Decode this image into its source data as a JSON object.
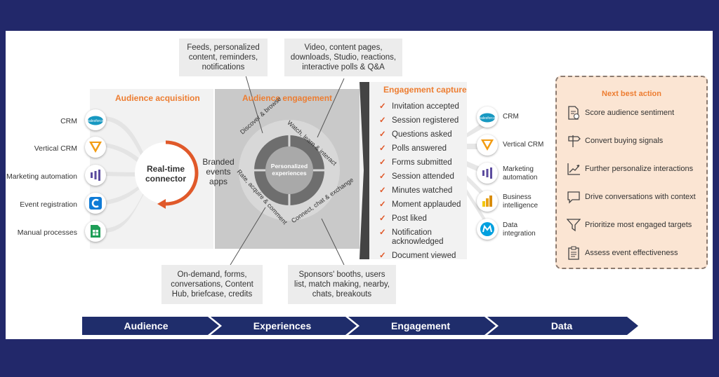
{
  "callouts": {
    "feeds": "Feeds, personalized content, reminders, notifications",
    "video": "Video, content pages, downloads, Studio, reactions, interactive polls & Q&A",
    "ondemand": "On-demand, forms, conversations, Content Hub, briefcase, credits",
    "sponsors": "Sponsors' booths, users list, match making, nearby, chats, breakouts"
  },
  "sections": {
    "acquisition": "Audience acquisition",
    "engagement": "Audience engagement",
    "capture": "Engagement capture",
    "nba": "Next best action"
  },
  "sources": [
    {
      "label": "CRM",
      "icon": "salesforce-icon",
      "color": "#1798c1"
    },
    {
      "label": "Vertical CRM",
      "icon": "veeva-icon",
      "color": "#f39c12"
    },
    {
      "label": "Marketing automation",
      "icon": "marketo-icon",
      "color": "#5c4c9f"
    },
    {
      "label": "Event registration",
      "icon": "cvent-icon",
      "color": "#0f7bd6"
    },
    {
      "label": "Manual processes",
      "icon": "sheets-icon",
      "color": "#1e9e57"
    }
  ],
  "connector": {
    "label": "Real-time connector"
  },
  "branded": "Branded events apps",
  "cycle": {
    "center": "Personalized experiences",
    "arc1": "Discover & browse",
    "arc2": "Watch, learn & interact",
    "arc3": "Connect, chat & exchange",
    "arc4": "Rate, acquire & comment"
  },
  "capture_items": [
    "Invitation accepted",
    "Session registered",
    "Questions asked",
    "Polls answered",
    "Forms submitted",
    "Session attended",
    "Minutes watched",
    "Moment applauded",
    "Post liked",
    "Notification acknowledged",
    "Document viewed"
  ],
  "destinations": [
    {
      "label": "CRM",
      "icon": "salesforce-icon"
    },
    {
      "label": "Vertical CRM",
      "icon": "veeva-icon"
    },
    {
      "label": "Marketing automation",
      "icon": "marketo-icon"
    },
    {
      "label": "Business intelligence",
      "icon": "powerbi-icon"
    },
    {
      "label": "Data integration",
      "icon": "mulesoft-icon"
    }
  ],
  "nba_items": [
    {
      "label": "Score audience sentiment",
      "icon": "document-check-icon"
    },
    {
      "label": "Convert buying signals",
      "icon": "signpost-icon"
    },
    {
      "label": "Further personalize interactions",
      "icon": "trend-chart-icon"
    },
    {
      "label": "Drive conversations with context",
      "icon": "chat-bubble-icon"
    },
    {
      "label": "Prioritize most engaged targets",
      "icon": "funnel-icon"
    },
    {
      "label": "Assess event effectiveness",
      "icon": "clipboard-icon"
    }
  ],
  "stages": [
    "Audience",
    "Experiences",
    "Engagement",
    "Data"
  ],
  "colors": {
    "orange": "#ed7d31",
    "navy": "#1f2d6b",
    "background": "#22286a"
  }
}
